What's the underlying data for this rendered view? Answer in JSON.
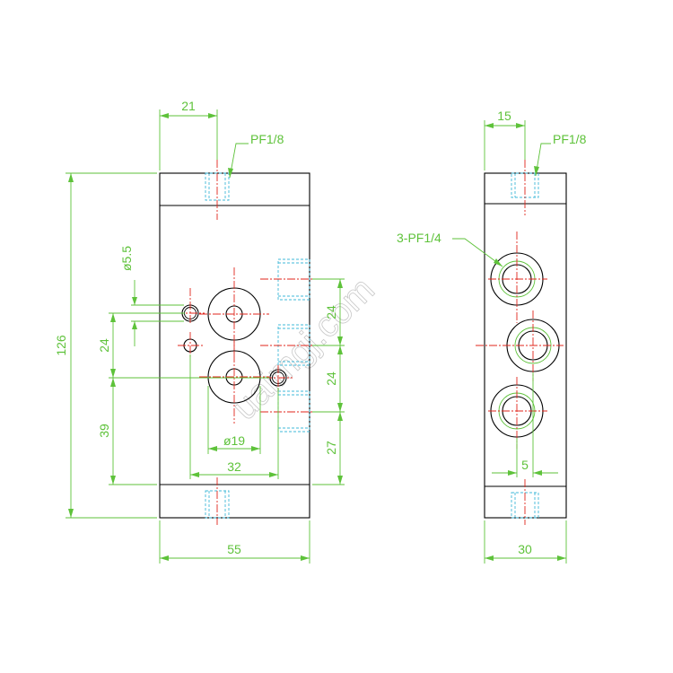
{
  "front_view": {
    "dims": {
      "top_offset": "21",
      "top_port": "PF1/8",
      "height_total": "126",
      "hole_dia": "ø5.5",
      "hole_spacing": "24",
      "hole_bottom": "39",
      "port_dia": "ø19",
      "port_spacing": "32",
      "width": "55",
      "side_upper": "24",
      "side_middle": "24",
      "side_lower": "27"
    }
  },
  "side_view": {
    "dims": {
      "top_offset": "15",
      "top_port": "PF1/8",
      "ports_callout": "3-PF1/4",
      "offset": "5",
      "width": "30"
    }
  },
  "watermark": "uaimgj.com",
  "colors": {
    "object": "#000000",
    "dimension": "#5ec23a",
    "center_line": "#e0261b",
    "hidden_line": "#3fb8d8"
  }
}
